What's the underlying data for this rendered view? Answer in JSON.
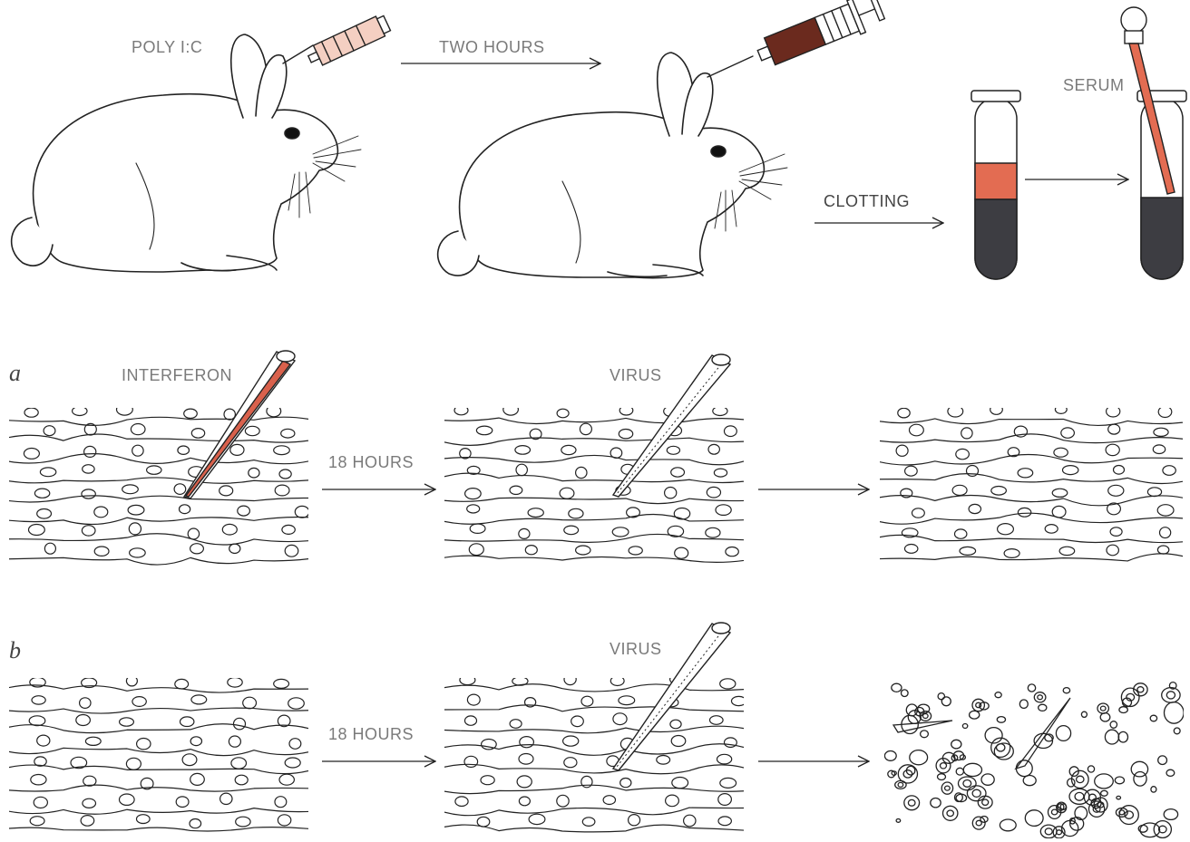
{
  "colors": {
    "stroke": "#222222",
    "label": "#7a7a7a",
    "interferon": "#d9614c",
    "serum": "#e36c52",
    "clot": "#3d3d42",
    "syringe_body": "#6b2a1e"
  },
  "top_row": {
    "poly_label": "POLY I:C",
    "two_hours_label": "TWO HOURS",
    "clotting_label": "CLOTTING",
    "serum_label": "SERUM"
  },
  "row_a": {
    "letter": "a",
    "interferon_label": "INTERFERON",
    "hours_label": "18 HOURS",
    "virus_label": "VIRUS"
  },
  "row_b": {
    "letter": "b",
    "hours_label": "18 HOURS",
    "virus_label": "VIRUS"
  }
}
